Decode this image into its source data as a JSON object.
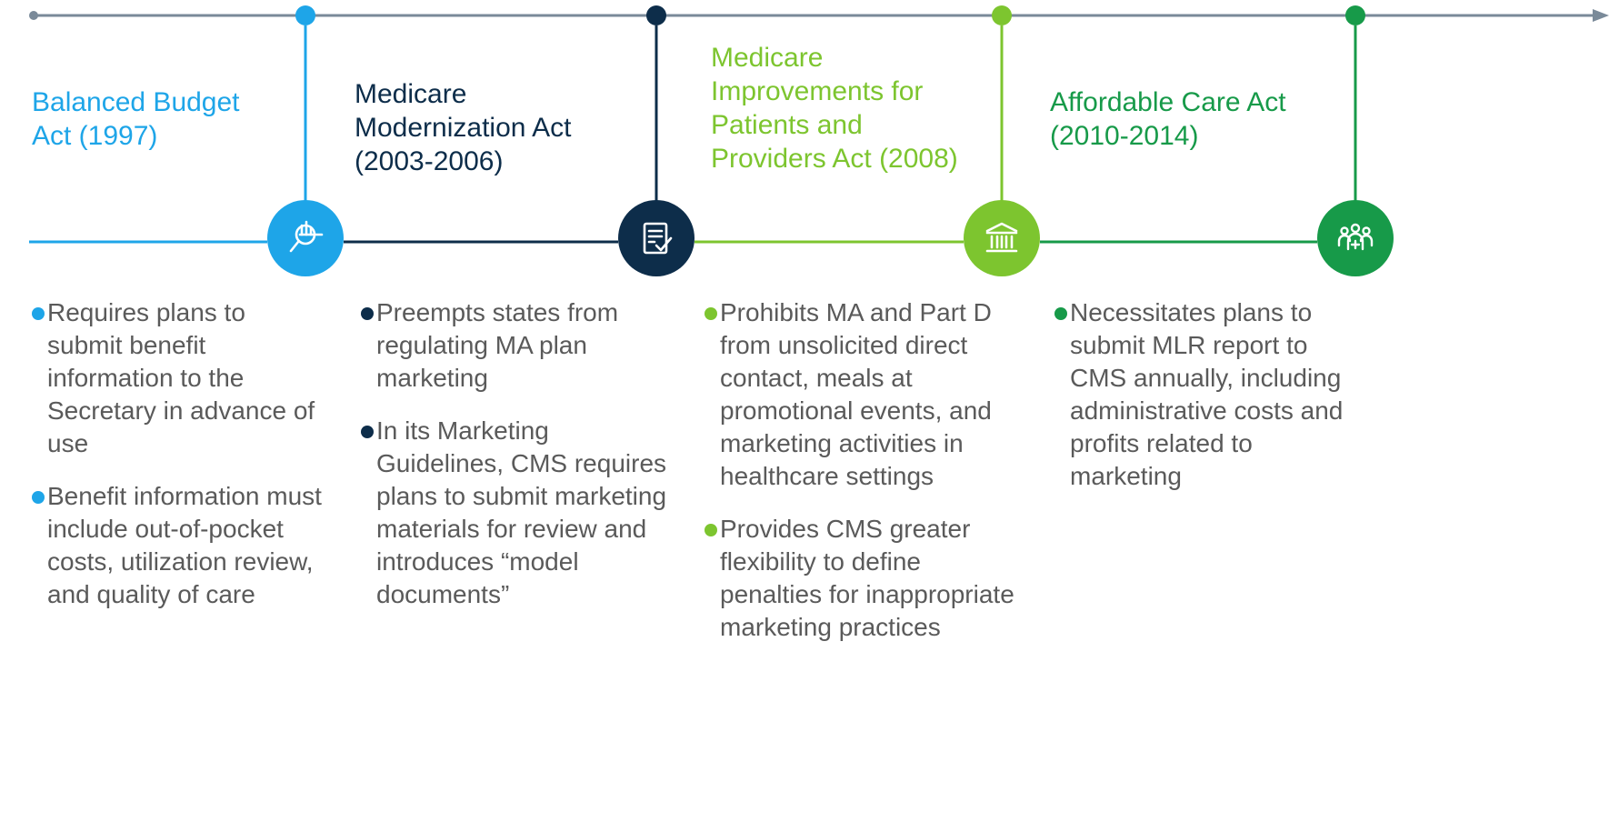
{
  "colors": {
    "axis": "#7a8a99",
    "bba": "#1ea5e8",
    "mma": "#0d2d4a",
    "mippa": "#7dc52f",
    "aca": "#179a49",
    "body_text": "#5a5a5a"
  },
  "milestones": [
    {
      "title": "Balanced Budget Act (1997)",
      "icon": "magnifier-chart-icon",
      "bullets": [
        "Requires plans to submit benefit information to the Secretary in advance of use",
        "Benefit information must include out-of-pocket costs, utilization review, and quality of care"
      ]
    },
    {
      "title": "Medicare Modernization Act (2003-2006)",
      "icon": "document-check-icon",
      "bullets": [
        "Preempts states from regulating MA plan marketing",
        "In its Marketing Guidelines, CMS requires plans to submit marketing materials for review and introduces “model documents”"
      ]
    },
    {
      "title": "Medicare Improvements for Patients and Providers Act (2008)",
      "icon": "government-building-icon",
      "bullets": [
        "Prohibits MA and Part D from unsolicited direct contact, meals at promotional events, and marketing activities in healthcare settings",
        "Provides CMS greater flexibility to define penalties for inappropriate marketing practices"
      ]
    },
    {
      "title": "Affordable Care Act (2010-2014)",
      "icon": "people-care-icon",
      "bullets": [
        "Necessitates plans to submit MLR report to CMS annually, including administrative costs and profits related to marketing"
      ]
    }
  ]
}
